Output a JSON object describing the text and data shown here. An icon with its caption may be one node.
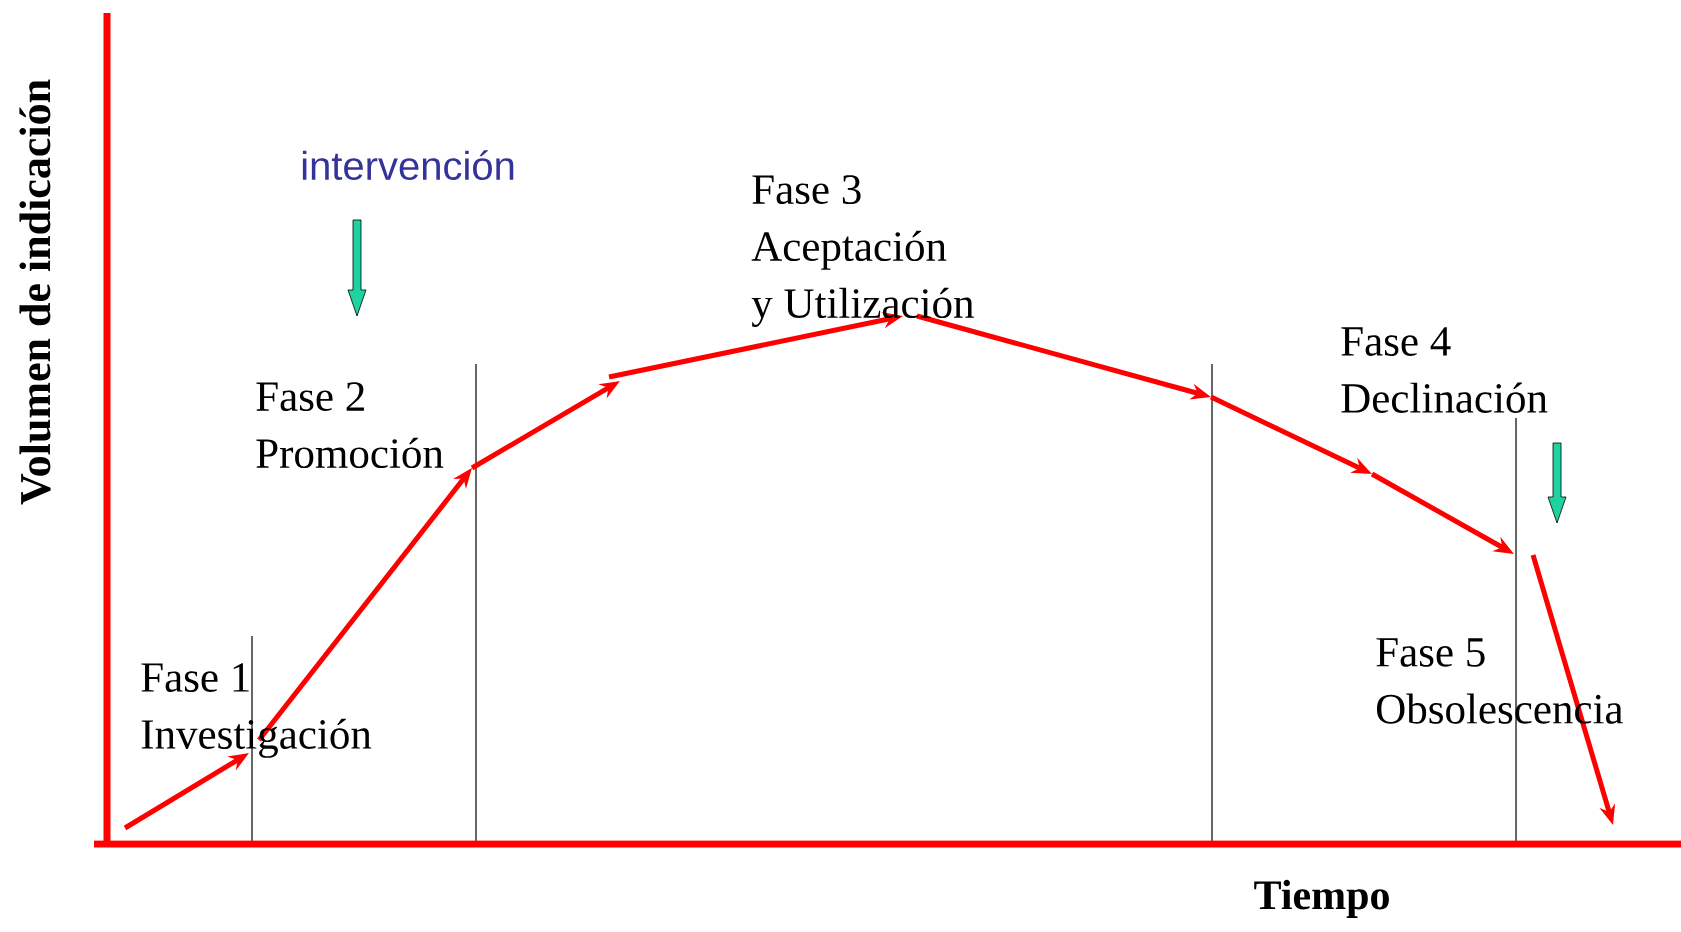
{
  "diagram": {
    "labels": [
      "Volumen de indicación",
      "intervención",
      "Fase 1 Investigación",
      "Fase 2 Promoción",
      "Fase 3 Aceptación y Utilización",
      "Fase 4 Declinación",
      "Fase 5 Obsolescencia",
      "Tiempo"
    ]
  }
}
